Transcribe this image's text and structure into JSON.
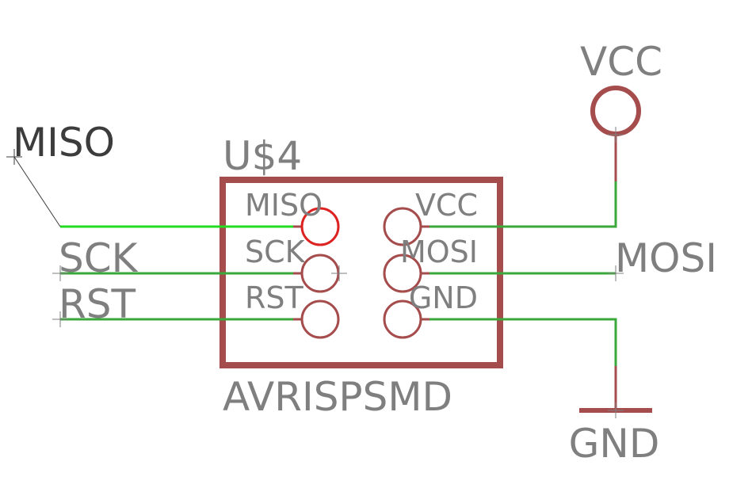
{
  "part": {
    "name": "U$4",
    "value": "AVRISPSMD",
    "pins": {
      "miso": "MISO",
      "sck": "SCK",
      "rst": "RST",
      "vcc": "VCC",
      "mosi": "MOSI",
      "gnd": "GND"
    }
  },
  "nets": {
    "miso": "MISO",
    "sck": "SCK",
    "rst": "RST",
    "mosi": "MOSI"
  },
  "supplies": {
    "vcc": "VCC",
    "gnd": "GND"
  },
  "colors": {
    "part_outline": "#a54c4c",
    "wire": "#3aa83a",
    "wire_highlight": "#22dd22",
    "pin_highlight": "#dd2222",
    "label_gray": "#7f7f7f",
    "label_dark": "#3c3c3c"
  }
}
